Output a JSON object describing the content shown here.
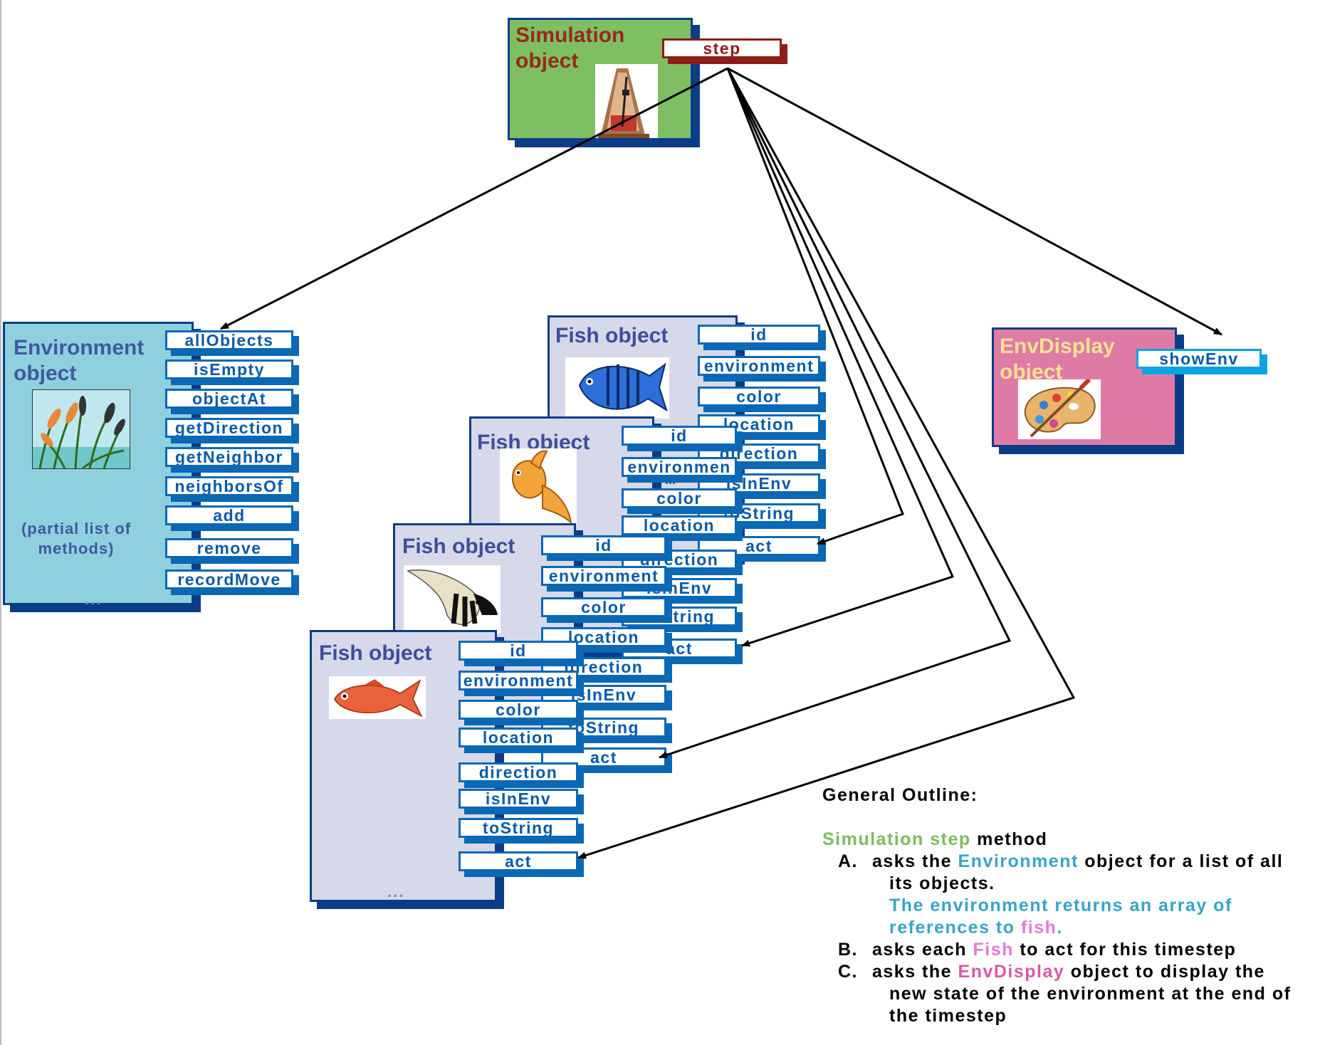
{
  "simulation": {
    "title_line1": "Simulation",
    "title_line2": "object",
    "method": "step"
  },
  "environment": {
    "title_line1": "Environment",
    "title_line2": "object",
    "methods": [
      "allObjects",
      "isEmpty",
      "objectAt",
      "getDirection",
      "getNeighbor",
      "neighborsOf",
      "add",
      "remove",
      "recordMove"
    ],
    "note_line1": "(partial list of",
    "note_line2": "methods)",
    "more": "..."
  },
  "envdisplay": {
    "title_line1": "EnvDisplay",
    "title_line2": "object",
    "method": "showEnv"
  },
  "fish": [
    {
      "title": "Fish object",
      "methods": [
        "id",
        "environment",
        "color",
        "location",
        "direction",
        "isInEnv",
        "toString",
        "act"
      ]
    },
    {
      "title": "Fish object",
      "methods": [
        "id",
        "environmen",
        "...",
        "color",
        "location",
        "direction",
        "isInEnv",
        "toString",
        "act"
      ]
    },
    {
      "title": "Fish object",
      "methods": [
        "id",
        "environment",
        "color",
        "location",
        "direction",
        "isInEnv",
        "toString",
        "act"
      ]
    },
    {
      "title": "Fish object",
      "methods": [
        "id",
        "environment",
        "color",
        "location",
        "direction",
        "isInEnv",
        "toString",
        "act"
      ],
      "more": "..."
    }
  ],
  "outline": {
    "heading": "General Outline:",
    "sim_word": "Simulation",
    "step_word": "step",
    "method_word": "method",
    "a_label": "A.",
    "a_pre": "asks the",
    "a_env": "Environment",
    "a_post": "object for a list of all",
    "a_line2": "its objects.",
    "a_line3": "The environment returns an array of",
    "a_line4_pre": "references to",
    "a_fish": "fish",
    "a_dot": ".",
    "b_label": "B.",
    "b_pre": "asks each",
    "b_fish": "Fish",
    "b_post": "to act for this timestep",
    "c_label": "C.",
    "c_pre": "asks the",
    "c_envd": "EnvDisplay",
    "c_post": "object to display the",
    "c_line2": "new state of the environment at the end of",
    "c_line3": "the timestep"
  },
  "colors": {
    "sim_bg": "#7fbf63",
    "sim_title": "#962a1c",
    "env_bg": "#8fd0df",
    "env_title": "#3d5aa0",
    "fish_bg": "#d5d9ea",
    "fish_title": "#3d4e9a",
    "envd_bg": "#e07ba8",
    "envd_title": "#f7e38f",
    "shadow": "#0b3d86",
    "method_border": "#0a68b4"
  }
}
